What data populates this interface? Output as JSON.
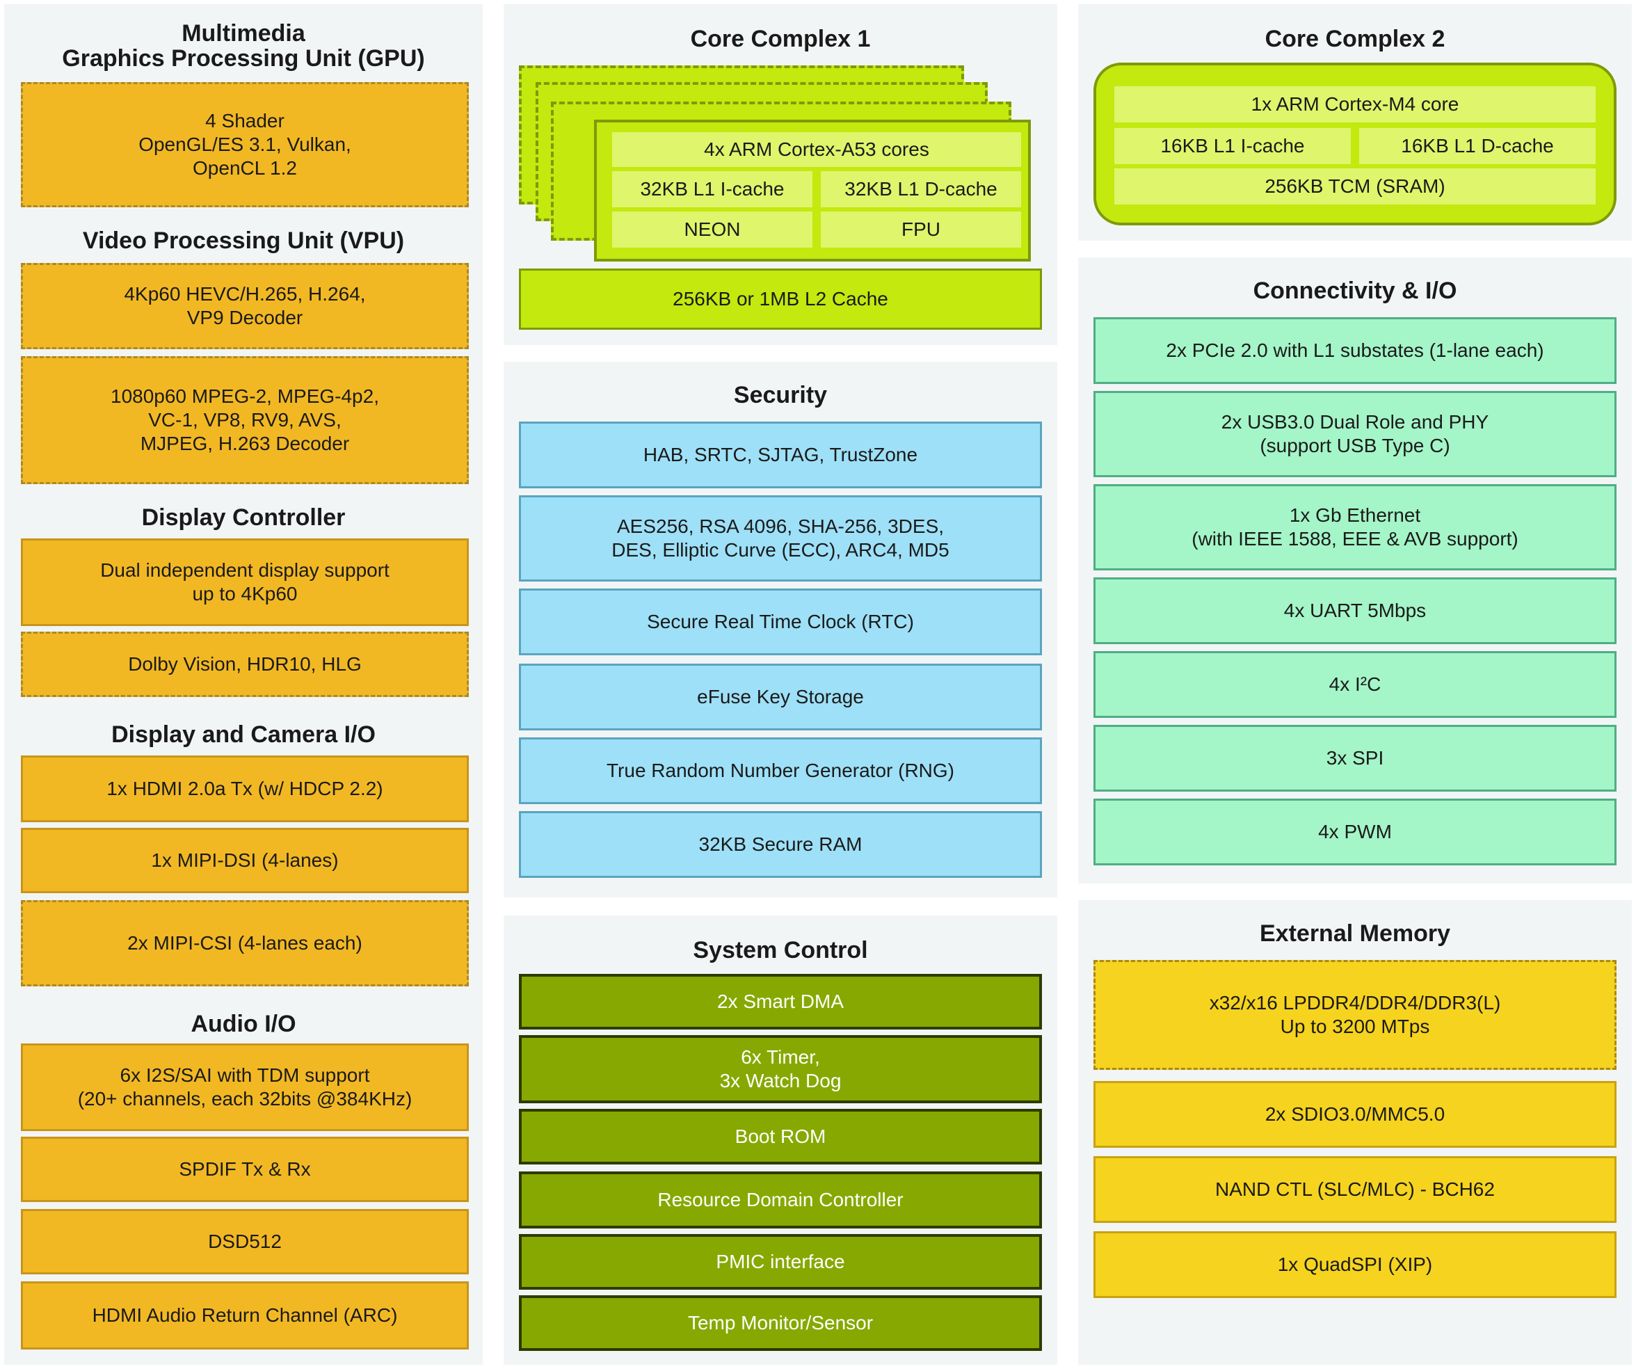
{
  "left": {
    "gpu_title": "Multimedia\nGraphics Processing Unit (GPU)",
    "gpu_box": "4 Shader\nOpenGL/ES 3.1, Vulkan,\nOpenCL 1.2",
    "vpu_title": "Video Processing Unit (VPU)",
    "vpu_box1": "4Kp60 HEVC/H.265, H.264,\nVP9 Decoder",
    "vpu_box2": "1080p60 MPEG-2, MPEG-4p2,\nVC-1, VP8, RV9, AVS,\nMJPEG, H.263 Decoder",
    "display_title": "Display Controller",
    "display_box1": "Dual independent display support\nup to 4Kp60",
    "display_box2": "Dolby Vision, HDR10, HLG",
    "camera_title": "Display and Camera I/O",
    "camera_box1": "1x HDMI 2.0a Tx (w/ HDCP 2.2)",
    "camera_box2": "1x MIPI-DSI (4-lanes)",
    "camera_box3": "2x MIPI-CSI (4-lanes each)",
    "audio_title": "Audio I/O",
    "audio_box1": "6x I2S/SAI with TDM support\n(20+ channels, each 32bits @384KHz)",
    "audio_box2": "SPDIF Tx & Rx",
    "audio_box3": "DSD512",
    "audio_box4": "HDMI Audio Return Channel (ARC)"
  },
  "middle": {
    "cc1_title": "Core Complex 1",
    "cc1_cores": "4x ARM Cortex-A53 cores",
    "cc1_icache": "32KB L1 I-cache",
    "cc1_dcache": "32KB L1 D-cache",
    "cc1_neon": "NEON",
    "cc1_fpu": "FPU",
    "cc1_l2": "256KB or 1MB L2 Cache",
    "security_title": "Security",
    "security_items": [
      "HAB, SRTC, SJTAG, TrustZone",
      "AES256, RSA 4096, SHA-256, 3DES,\nDES, Elliptic Curve (ECC), ARC4, MD5",
      "Secure Real Time Clock (RTC)",
      "eFuse Key Storage",
      "True Random Number Generator (RNG)",
      "32KB Secure RAM"
    ],
    "sysctl_title": "System Control",
    "sysctl_items": [
      "2x Smart DMA",
      "6x Timer,\n3x Watch Dog",
      "Boot ROM",
      "Resource Domain Controller",
      "PMIC interface",
      "Temp Monitor/Sensor"
    ]
  },
  "right": {
    "cc2_title": "Core Complex 2",
    "cc2_core": "1x ARM Cortex-M4 core",
    "cc2_icache": "16KB L1  I-cache",
    "cc2_dcache": "16KB L1 D-cache",
    "cc2_tcm": "256KB TCM (SRAM)",
    "conn_title": "Connectivity & I/O",
    "conn_items": [
      "2x PCIe 2.0 with L1 substates (1-lane each)",
      "2x USB3.0 Dual Role and PHY\n(support USB Type C)",
      "1x Gb Ethernet\n(with IEEE 1588, EEE & AVB support)",
      "4x UART 5Mbps",
      "4x I²C",
      "3x SPI",
      "4x PWM"
    ],
    "mem_title": "External Memory",
    "mem_items": [
      "x32/x16 LPDDR4/DDR4/DDR3(L)\nUp to 3200 MTps",
      "2x SDIO3.0/MMC5.0",
      "NAND CTL (SLC/MLC) - BCH62",
      "1x QuadSPI (XIP)"
    ]
  }
}
